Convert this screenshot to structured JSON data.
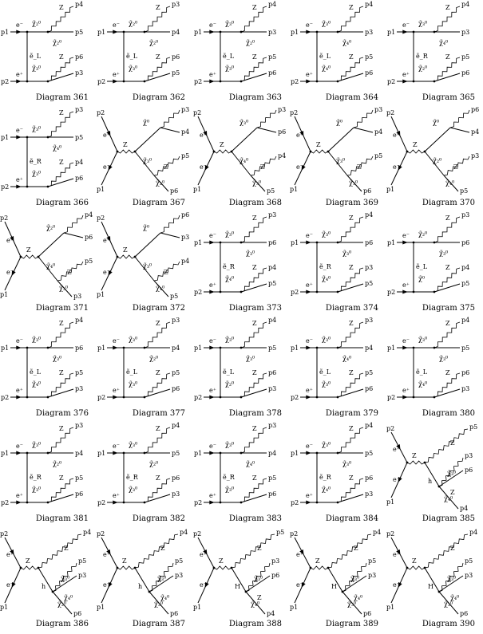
{
  "diagrams": [
    {
      "caption": "Diagram 361",
      "topo": "A",
      "ext": [
        "p1",
        "p2",
        "p4",
        "p5",
        "p6",
        "p3"
      ],
      "prop": "ẽ_L",
      "pa": "χ̃₂⁰",
      "pb": "χ̃₃⁰",
      "pc": "χ̃₂⁰"
    },
    {
      "caption": "Diagram 362",
      "topo": "A",
      "ext": [
        "p1",
        "p2",
        "p3",
        "p4",
        "p6",
        "p5"
      ],
      "prop": "ẽ_L",
      "pa": "χ̃₂⁰",
      "pb": "χ̃₃⁰",
      "pc": "χ̃₂⁰"
    },
    {
      "caption": "Diagram 363",
      "topo": "B",
      "ext": [
        "p1",
        "p2",
        "p4",
        "p3",
        "p5",
        "p6"
      ],
      "prop": "ẽ_L",
      "pa": "χ̃₃⁰",
      "pb": "χ̃₃⁰",
      "pc": "χ̃₂⁰"
    },
    {
      "caption": "Diagram 364",
      "topo": "B",
      "ext": [
        "p1",
        "p2",
        "p4",
        "p3",
        "p5",
        "p6"
      ],
      "prop": "ẽ_L",
      "pa": "χ̃₃⁰",
      "pb": "χ̃₄⁰",
      "pc": "χ̃₄⁰"
    },
    {
      "caption": "Diagram 365",
      "topo": "B",
      "ext": [
        "p1",
        "p2",
        "p4",
        "p3",
        "p5",
        "p6"
      ],
      "prop": "ẽ_R",
      "pa": "χ̃₃⁰",
      "pb": "χ̃₂⁰",
      "pc": "χ̃₄⁰"
    },
    {
      "caption": "Diagram 366",
      "topo": "B",
      "ext": [
        "p1",
        "p2",
        "p3",
        "p5",
        "p4",
        "p6"
      ],
      "prop": "ẽ_R",
      "pa": "χ̃₃⁰",
      "pb": "χ̃₃⁰",
      "pc": "χ̃₄⁰"
    },
    {
      "caption": "Diagram 367",
      "topo": "S",
      "ext": [
        "p2",
        "p1",
        "p3",
        "p4",
        "p5",
        "p6"
      ],
      "prop": "Z",
      "pa": "χ̃⁰",
      "pb": "χ̃₃⁰",
      "pc": "χ̃₂⁰"
    },
    {
      "caption": "Diagram 368",
      "topo": "S",
      "ext": [
        "p2",
        "p1",
        "p3",
        "p6",
        "p4",
        "p5"
      ],
      "prop": "Z",
      "pa": "χ̃₃⁰",
      "pb": "χ̃₄⁰",
      "pc": "χ̃₃⁰"
    },
    {
      "caption": "Diagram 369",
      "topo": "S",
      "ext": [
        "p2",
        "p1",
        "p3",
        "p4",
        "p5",
        "p6"
      ],
      "prop": "Z",
      "pa": "χ̃⁰",
      "pb": "χ̃₃⁰",
      "pc": "χ̃₃⁰"
    },
    {
      "caption": "Diagram 370",
      "topo": "S",
      "ext": [
        "p2",
        "p1",
        "p6",
        "p4",
        "p3",
        "p5"
      ],
      "prop": "Z",
      "pa": "χ̃⁰",
      "pb": "χ̃₂⁰",
      "pc": "χ̃₄⁰"
    },
    {
      "caption": "Diagram 371",
      "topo": "S",
      "ext": [
        "p2",
        "p1",
        "p4",
        "p6",
        "p5",
        "p3"
      ],
      "prop": "Z",
      "pa": "χ̃₂⁰",
      "pb": "χ̃₄⁰",
      "pc": "χ̃₃⁰"
    },
    {
      "caption": "Diagram 372",
      "topo": "S",
      "ext": [
        "p2",
        "p1",
        "p6",
        "p3",
        "p4",
        "p5"
      ],
      "prop": "Z",
      "pa": "χ̃⁰",
      "pb": "χ̃₃⁰",
      "pc": "χ̃₄⁰"
    },
    {
      "caption": "Diagram 373",
      "topo": "B",
      "ext": [
        "p1",
        "p2",
        "p3",
        "p6",
        "p4",
        "p5"
      ],
      "prop": "ẽ_R",
      "pa": "χ̃₃⁰",
      "pb": "χ̃₄⁰",
      "pc": "χ̃₃⁰"
    },
    {
      "caption": "Diagram 374",
      "topo": "B",
      "ext": [
        "p1",
        "p2",
        "p4",
        "p6",
        "p3",
        "p5"
      ],
      "prop": "ẽ_R",
      "pa": "χ̃₃⁰",
      "pb": "χ̃₄⁰",
      "pc": "χ̃₃⁰"
    },
    {
      "caption": "Diagram 375",
      "topo": "B",
      "ext": [
        "p1",
        "p2",
        "p3",
        "p6",
        "p4",
        "p5"
      ],
      "prop": "ẽ_L",
      "pa": "χ̃₂⁰",
      "pb": "χ̃⁰",
      "pc": "χ̃₃⁰"
    },
    {
      "caption": "Diagram 376",
      "topo": "B",
      "ext": [
        "p1",
        "p2",
        "p4",
        "p6",
        "p5",
        "p3"
      ],
      "prop": "ẽ_L",
      "pa": "χ̃₃⁰",
      "pb": "χ̃₄⁰",
      "pc": "χ̃₃⁰"
    },
    {
      "caption": "Diagram 377",
      "topo": "C",
      "ext": [
        "p1",
        "p2",
        "p3",
        "p4",
        "p5",
        "p6"
      ],
      "prop": "ẽ_L",
      "pa": "χ̃₃⁰",
      "pb": "χ̃₃⁰",
      "pc": "χ̃₂⁰"
    },
    {
      "caption": "Diagram 378",
      "topo": "D",
      "ext": [
        "p1",
        "p2",
        "p4",
        "p5",
        "p6",
        "p3"
      ],
      "prop": "ẽ_L",
      "pa": "χ̃₃⁰",
      "pb": "χ̃₂⁰",
      "pc": "χ̃₃⁰"
    },
    {
      "caption": "Diagram 379",
      "topo": "D",
      "ext": [
        "p1",
        "p2",
        "p3",
        "p4",
        "p5",
        "p6"
      ],
      "prop": "ẽ_L",
      "pa": "χ̃₃⁰",
      "pb": "χ̃₃⁰",
      "pc": "χ̃₄⁰"
    },
    {
      "caption": "Diagram 380",
      "topo": "D",
      "ext": [
        "p1",
        "p2",
        "p4",
        "p5",
        "p6",
        "p3"
      ],
      "prop": "ẽ_L",
      "pa": "χ̃₃⁰",
      "pb": "χ̃₄⁰",
      "pc": "χ̃₃⁰"
    },
    {
      "caption": "Diagram 381",
      "topo": "C",
      "ext": [
        "p1",
        "p2",
        "p3",
        "p4",
        "p5",
        "p6"
      ],
      "prop": "ẽ_R",
      "pa": "χ̃₃⁰",
      "pb": "χ̃₃⁰",
      "pc": "χ̃₂⁰"
    },
    {
      "caption": "Diagram 382",
      "topo": "A",
      "ext": [
        "p1",
        "p2",
        "p4",
        "p5",
        "p6",
        "p3"
      ],
      "prop": "ẽ_R",
      "pa": "χ̃₃⁰",
      "pb": "χ̃₃⁰",
      "pc": "χ̃₂⁰"
    },
    {
      "caption": "Diagram 383",
      "topo": "C",
      "ext": [
        "p1",
        "p2",
        "p3",
        "p4",
        "p5",
        "p6"
      ],
      "prop": "ẽ_R",
      "pa": "χ̃₃⁰",
      "pb": "χ̃₃⁰",
      "pc": "χ̃₄⁰"
    },
    {
      "caption": "Diagram 384",
      "topo": "A",
      "ext": [
        "p1",
        "p2",
        "p4",
        "p5",
        "p6",
        "p3"
      ],
      "prop": "ẽ_R",
      "pa": "χ̃₃⁰",
      "pb": "χ̃₄⁰",
      "pc": "χ̃₃⁰"
    },
    {
      "caption": "Diagram 385",
      "topo": "H",
      "ext": [
        "p2",
        "p1",
        "p5",
        "p6",
        "p3",
        "p4"
      ],
      "prop": "h",
      "pa": "χ̃₃⁰",
      "pb": "χ̃₄⁰",
      "pc": "Z"
    },
    {
      "caption": "Diagram 386",
      "topo": "H",
      "ext": [
        "p2",
        "p1",
        "p4",
        "p3",
        "p5",
        "p6"
      ],
      "prop": "h",
      "pa": "χ̃₃⁰",
      "pb": "χ̃₂⁰",
      "pc": "χ̃₄⁰"
    },
    {
      "caption": "Diagram 387",
      "topo": "H",
      "ext": [
        "p2",
        "p1",
        "p4",
        "p3",
        "p5",
        "p6"
      ],
      "prop": "h",
      "pa": "χ̃₃⁰",
      "pb": "χ̃₃⁰",
      "pc": "χ̃₄⁰"
    },
    {
      "caption": "Diagram 388",
      "topo": "H",
      "ext": [
        "p2",
        "p1",
        "p5",
        "p6",
        "p3",
        "p4"
      ],
      "prop": "H",
      "pa": "χ̃₃⁰",
      "pb": "χ̃₄⁰",
      "pc": "Z"
    },
    {
      "caption": "Diagram 389",
      "topo": "H",
      "ext": [
        "p2",
        "p1",
        "p4",
        "p3",
        "p5",
        "p6"
      ],
      "prop": "H",
      "pa": "χ̃₃⁰",
      "pb": "χ̃₃⁰",
      "pc": "χ̃₄⁰"
    },
    {
      "caption": "Diagram 390",
      "topo": "H",
      "ext": [
        "p2",
        "p1",
        "p4",
        "p3",
        "p5",
        "p6"
      ],
      "prop": "H",
      "pa": "χ̃₃⁰",
      "pb": "χ̃₃⁰",
      "pc": "χ̃₄⁰"
    }
  ],
  "common": {
    "em": "e⁻",
    "ep": "e⁺",
    "z": "Z"
  }
}
